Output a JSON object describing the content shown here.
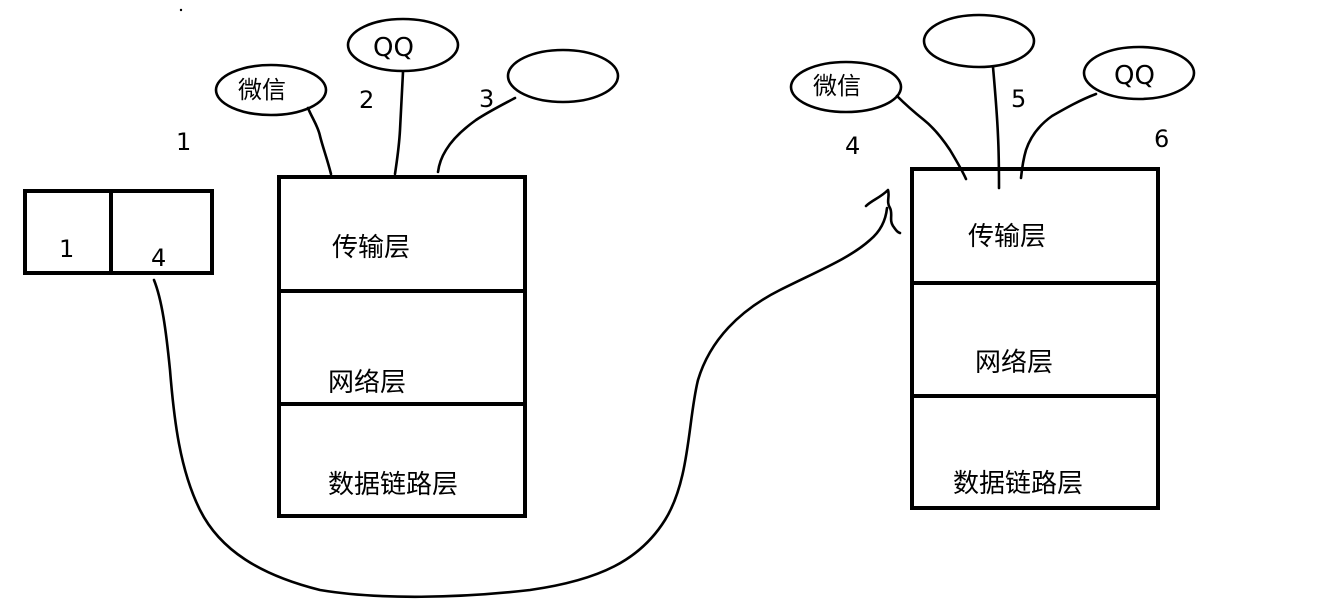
{
  "left_host": {
    "port_top_label": "1",
    "ports": [
      {
        "label": "1"
      },
      {
        "label": "4"
      }
    ],
    "apps": [
      {
        "name": "微信",
        "port": "2"
      },
      {
        "name": "QQ",
        "port": ""
      },
      {
        "name": "",
        "port": "3"
      }
    ],
    "layers": [
      "传输层",
      "网络层",
      "数据链路层"
    ]
  },
  "right_host": {
    "apps": [
      {
        "name": "微信",
        "port": "4"
      },
      {
        "name": "",
        "port": "5"
      },
      {
        "name": "QQ",
        "port": "6"
      }
    ],
    "layers": [
      "传输层",
      "网络层",
      "数据链路层"
    ]
  },
  "colors": {
    "ink": "#000000",
    "background": "#ffffff"
  }
}
